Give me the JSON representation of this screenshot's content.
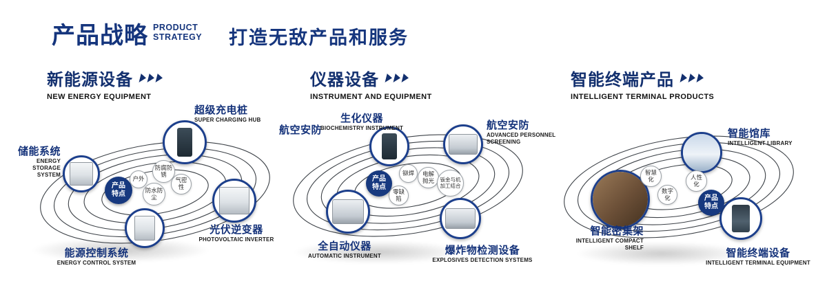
{
  "header": {
    "title_cn": "产品战略",
    "title_en": [
      "PRODUCT",
      "STRATEGY"
    ],
    "slogan": "打造无敌产品和服务"
  },
  "sections": [
    {
      "title_cn": "新能源设备",
      "title_en": "NEW ENERGY EQUIPMENT",
      "hub_label": [
        "产品",
        "特点"
      ],
      "features": [
        "户外",
        "防腐防锈",
        "气密性",
        "防水防尘"
      ],
      "nodes": [
        {
          "cn": "储能系统",
          "en": "ENERGY STORAGE SYSTEM"
        },
        {
          "cn": "超级充电桩",
          "en": "SUPER CHARGING HUB"
        },
        {
          "cn": "光伏逆变器",
          "en": "PHOTOVOLTAIC INVERTER"
        },
        {
          "cn": "能源控制系统",
          "en": "ENERGY CONTROL SYSTEM"
        }
      ]
    },
    {
      "title_cn": "仪器设备",
      "title_en": "INSTRUMENT AND EQUIPMENT",
      "hub_label": [
        "产品",
        "特点"
      ],
      "features": [
        "铆焊",
        "电解抛光",
        "钣金与机加工结合",
        "零缺陷"
      ],
      "extra_label": "航空安防",
      "nodes": [
        {
          "cn": "生化仪器",
          "en": "BIOCHEMISTRY INSTRUMENT"
        },
        {
          "cn": "航空安防",
          "en": "ADVANCED PERSONNEL SCREENING"
        },
        {
          "cn": "全自动仪器",
          "en": "AUTOMATIC INSTRUMENT"
        },
        {
          "cn": "爆炸物检测设备",
          "en": "EXPLOSIVES DETECTION SYSTEMS"
        }
      ]
    },
    {
      "title_cn": "智能终端产品",
      "title_en": "INTELLIGENT TERMINAL PRODUCTS",
      "hub_label": [
        "产品",
        "特点"
      ],
      "features": [
        "智慧化",
        "人性化",
        "数字化"
      ],
      "nodes": [
        {
          "cn": "智能馆库",
          "en": "INTELLIGENT LIBRARY"
        },
        {
          "cn": "智能密集架",
          "en": "INTELLIGENT COMPACT SHELF"
        },
        {
          "cn": "智能终端设备",
          "en": "INTELLIGENT TERMINAL EQUIPMENT"
        }
      ]
    }
  ]
}
